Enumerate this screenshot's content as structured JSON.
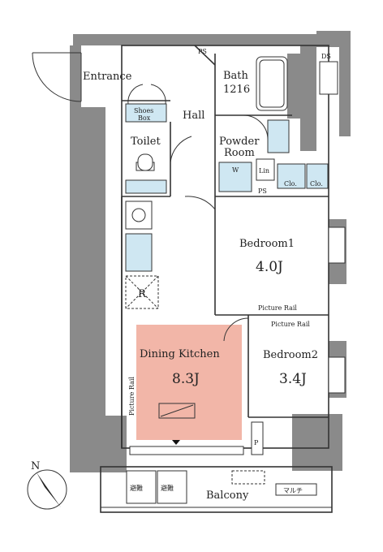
{
  "labels": {
    "entrance": "Entrance",
    "ps_top": "PS",
    "bath": "Bath",
    "bath_size": "1216",
    "ds": "DS",
    "shoes_box_1": "Shoes",
    "shoes_box_2": "Box",
    "hall": "Hall",
    "toilet": "Toilet",
    "powder_room_1": "Powder",
    "powder_room_2": "Room",
    "w": "W",
    "lin": "Lin",
    "ps_mid": "PS",
    "clo_1": "Clo.",
    "clo_2": "Clo.",
    "r": "R",
    "bedroom1": "Bedroom1",
    "bedroom1_size": "4.0J",
    "picture_rail_1": "Picture Rail",
    "picture_rail_2": "Picture Rail",
    "dining_kitchen": "Dining Kitchen",
    "dining_kitchen_size": "8.3J",
    "picture_rail_vertical": "Picture Rail",
    "bedroom2": "Bedroom2",
    "bedroom2_size": "3.4J",
    "p": "P",
    "north": "N",
    "evac_1": "避難",
    "evac_2": "避難",
    "balcony": "Balcony",
    "multi": "マルチ"
  },
  "colors": {
    "wall": "#808080",
    "line": "#333333",
    "fixture_fill": "#cfe7f2",
    "dining_fill": "#f2b6a8"
  }
}
